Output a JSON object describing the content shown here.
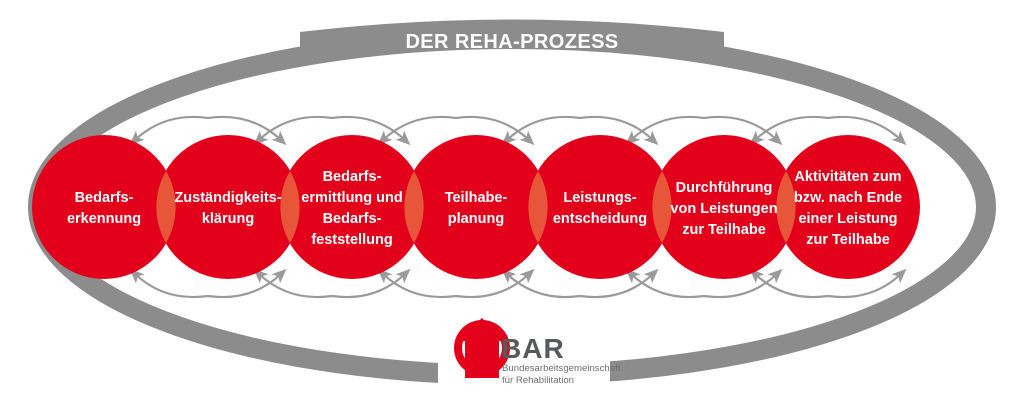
{
  "diagram": {
    "title": "DER REHA-PROZESS",
    "colors": {
      "red": "#E2001A",
      "overlap_red": "#E8563A",
      "gray": "#8C8C8C",
      "arrow_gray": "#9A9A9A",
      "logo_red": "#E2001A",
      "logo_gray": "#58595B",
      "background": "#FFFFFF"
    },
    "steps": [
      {
        "index": 1,
        "name": "bedarfserkennung",
        "lines": [
          "Bedarfs-",
          "erkennung"
        ]
      },
      {
        "index": 2,
        "name": "zustaendigkeitsklaerung",
        "lines": [
          "Zuständigkeits-",
          "klärung"
        ]
      },
      {
        "index": 3,
        "name": "bedarfsermittlung-und-bedarfsfeststellung",
        "lines": [
          "Bedarfs-",
          "ermittlung und",
          "Bedarfs-",
          "feststellung"
        ]
      },
      {
        "index": 4,
        "name": "teilhabeplanung",
        "lines": [
          "Teilhabe-",
          "planung"
        ]
      },
      {
        "index": 5,
        "name": "leistungsentscheidung",
        "lines": [
          "Leistungs-",
          "entscheidung"
        ]
      },
      {
        "index": 6,
        "name": "durchfuehrung-von-leistungen-zur-teilhabe",
        "lines": [
          "Durchführung",
          "von Leistungen",
          "zur Teilhabe"
        ]
      },
      {
        "index": 7,
        "name": "aktivitaeten-zum-bzw-nach-ende-einer-leistung-zur-teilhabe",
        "lines": [
          "Aktivitäten zum",
          "bzw. nach Ende",
          "einer Leistung",
          "zur Teilhabe"
        ]
      }
    ]
  },
  "logo": {
    "wordmark": "BAR",
    "line1": "Bundesarbeitsgemeinschaft",
    "line2": "für Rehabilitation"
  }
}
